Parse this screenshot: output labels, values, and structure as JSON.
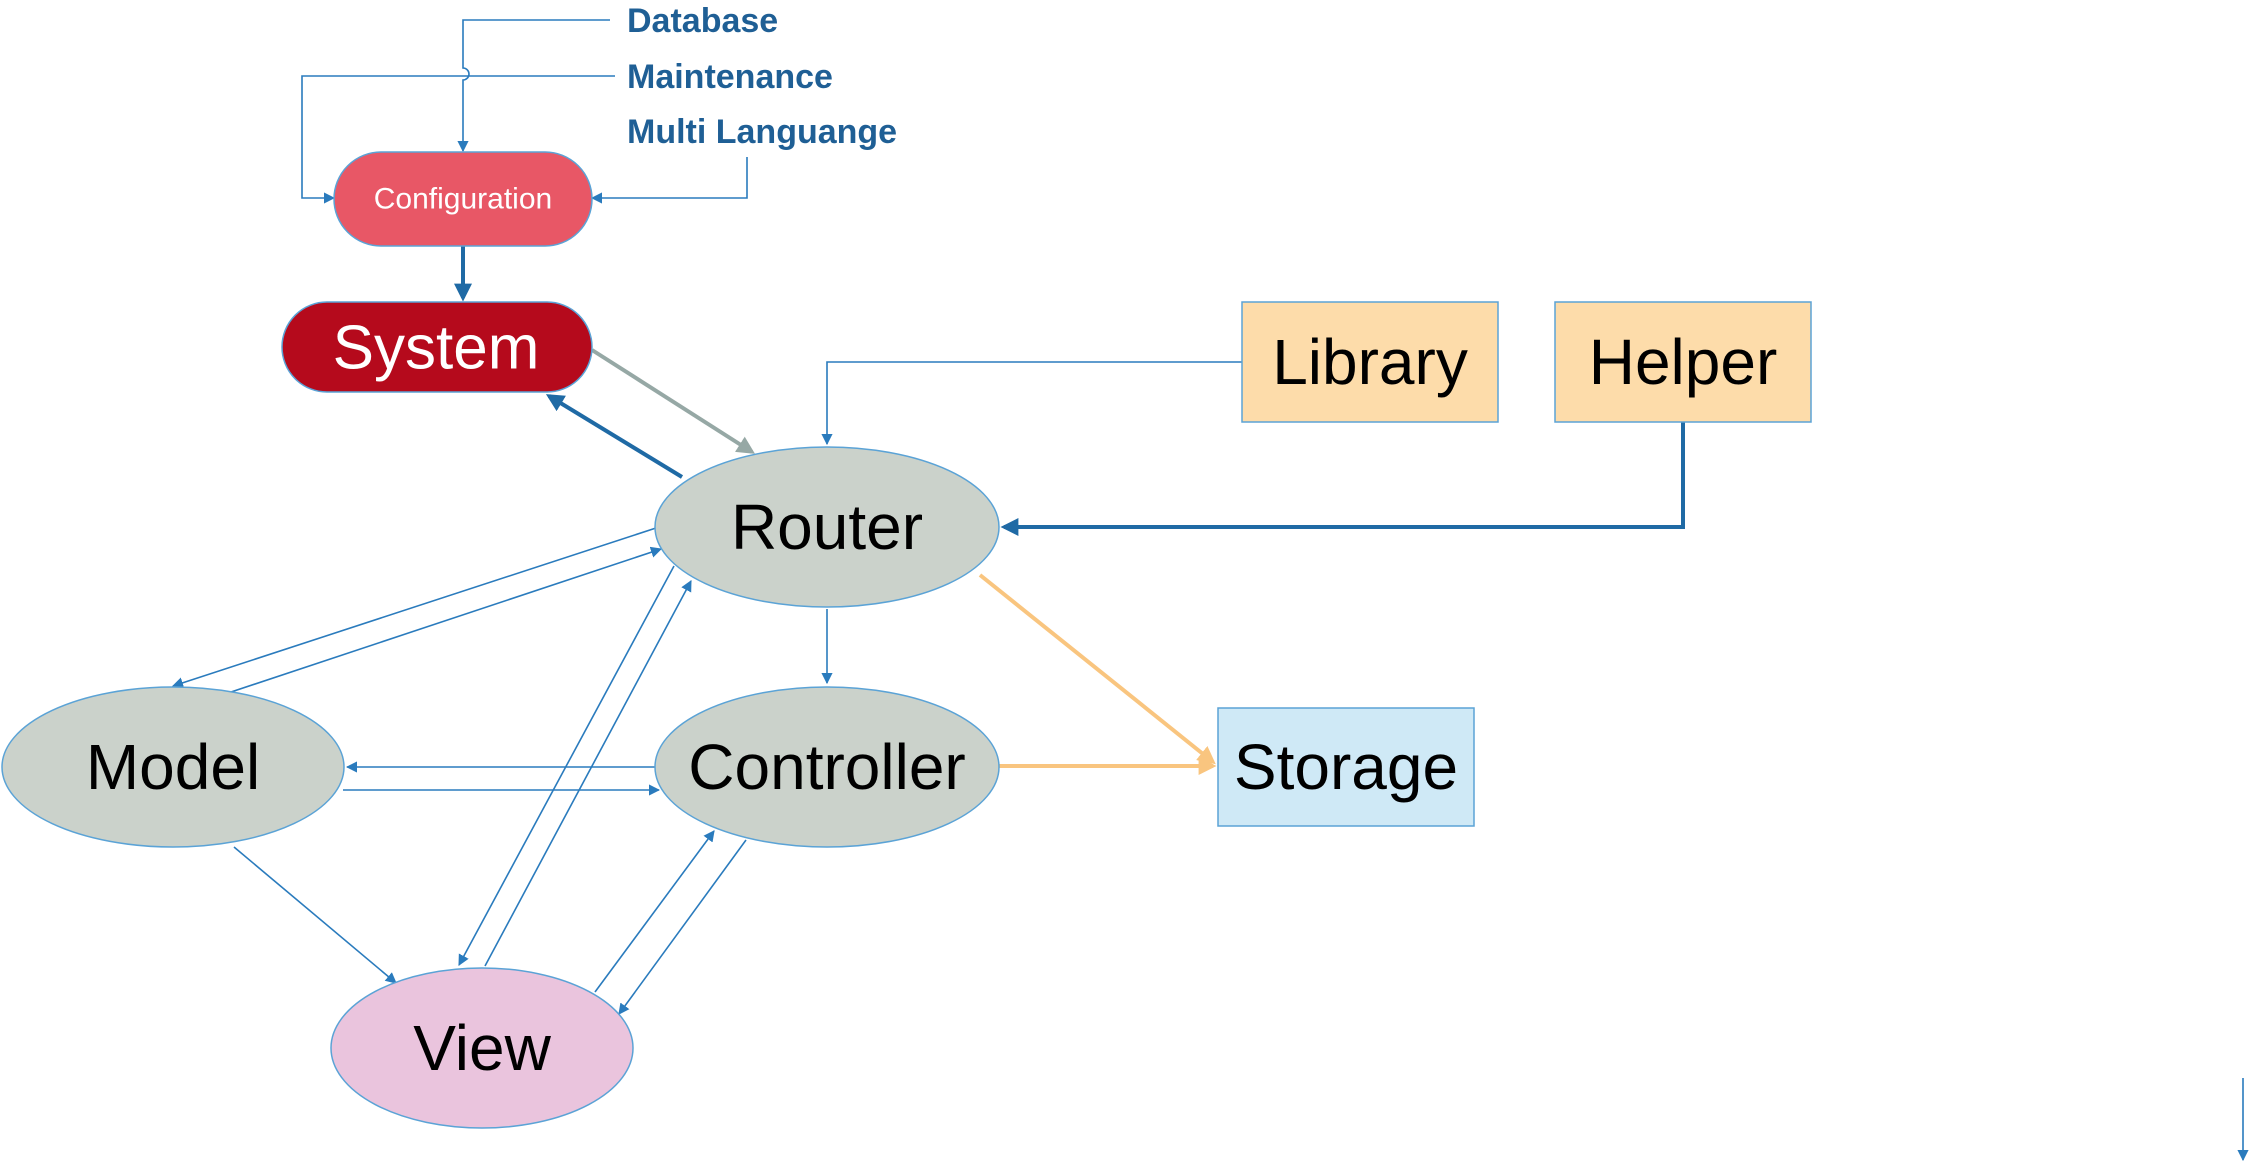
{
  "config_options": [
    "Database",
    "Maintenance",
    "Multi Languange"
  ],
  "nodes": {
    "configuration": "Configuration",
    "system": "System",
    "router": "Router",
    "library": "Library",
    "helper": "Helper",
    "model": "Model",
    "controller": "Controller",
    "storage": "Storage",
    "view": "View"
  },
  "colors": {
    "configuration": "#e85766",
    "system": "#b50a1c",
    "router": "#cbd2cb",
    "model": "#cbd2cb",
    "controller": "#cbd2cb",
    "view": "#eac4dd",
    "library": "#fddcaa",
    "helper": "#fddcaa",
    "storage": "#cfe9f6",
    "node_border": "#5ba3d6",
    "label_blue": "#1f5f95",
    "thin_connector": "#2a7bbd",
    "thick_connector": "#1f6aa5",
    "grey_connector": "#96a8a5",
    "orange_connector": "#f9c57f"
  }
}
